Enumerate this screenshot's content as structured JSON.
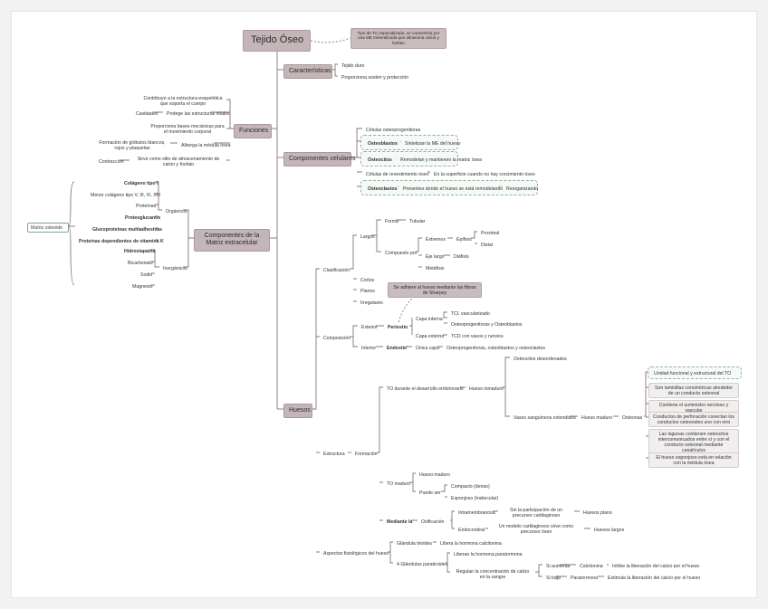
{
  "root": {
    "title": "Tejido Óseo",
    "note": "Tipo de TC especializado, se caracteriza por una ME mineralizada que almacena calcio y fosfato"
  },
  "caracteristicas": {
    "label": "Características",
    "items": [
      "Tejido duro",
      "Proporciona sostén y protección"
    ]
  },
  "funciones": {
    "label": "Funciones",
    "items": [
      {
        "text": "Contribuye a la estructura esquelética que soporta el cuerpo"
      },
      {
        "text": "Protege las estructuras vitales",
        "left": "Cavidades"
      },
      {
        "text": "Proporciona bases mecánicas para el movimiento corporal"
      },
      {
        "text": "Alberga la médula ósea",
        "left": "Formación de glóbulos blancos, rojos y plaquetas"
      },
      {
        "text": "Sirve como sitio de almacenamiento de calcio y fosfato",
        "left": "Contracción"
      }
    ]
  },
  "componentes_celulares": {
    "label": "Componentes celulares",
    "items": [
      {
        "name": "Células osteoprogenitoras"
      },
      {
        "name": "Osteoblastos",
        "desc": "Sintetizan la ME del hueso"
      },
      {
        "name": "Osteocitos",
        "desc": "Remodelan y mantienen la matriz ósea"
      },
      {
        "name": "Células de revestimiento óseo",
        "desc": "En la superficie cuando no hay crecimiento óseo"
      },
      {
        "name": "Osteoclastos",
        "desc": "Presentes donde el hueso se está remodelando",
        "extra": "Reorganizando"
      }
    ]
  },
  "matriz": {
    "label": "Componentes de la Matriz extracelular",
    "side": "Matriz osteoide",
    "organicos": {
      "label": "Orgánicos",
      "items": [
        "Colágeno tipo I",
        "Menor colágeno tipo V, III, XI, XIII",
        "Proteínas",
        "Proteoglucanos",
        "Glucoproteínas multiadhesivas",
        "Proteínas dependientes de vitamina K"
      ]
    },
    "inorganicos": {
      "label": "Inorgánicos",
      "items": [
        "Hidroxiapatita",
        "Bicarbonato",
        "Sodio",
        "Magnesio"
      ]
    }
  },
  "huesos": {
    "label": "Huesos",
    "clasificacion": {
      "label": "Clasificación",
      "largos": "Largos",
      "forma": "Forma",
      "tubular": "Tubular",
      "compuesto": "Compuesto por",
      "extremos": "Extremos",
      "epifisis": "Epífisis",
      "proximal": "Proximal",
      "distal": "Distal",
      "eje": "Eje largo",
      "diafisis": "Diáfisis",
      "metafisis": "Metáfisis",
      "cortos": "Cortos",
      "planos": "Planos",
      "irregulares": "Irregulares"
    },
    "composicion": {
      "label": "Composición",
      "note": "Se adhiere al hueso mediante las fibras de Sharpey",
      "exterior": "Exterior",
      "periostio": "Periostio",
      "capa_interna": "Capa interna",
      "tcl": "TCL vascularizado",
      "osteo_int": "Osteoprogenitoras y Osteoblastos",
      "capa_externa": "Capa externa",
      "tcd": "TCD con vasos y nervios",
      "interior": "Interior",
      "endostio": "Endostio",
      "unica": "Única capa",
      "osteo_unica": "Osteoprogenitoras, osteoblastos y osteoclastos"
    },
    "estructura": {
      "label": "Estructura",
      "formacion": "Formación",
      "td": "TO durante el desarrollo embrionario",
      "inmaduro": "Hueso inmaduro",
      "desordenados": "Osteocitos desordenados",
      "vasos": "Vasos sanguíneos extendidos",
      "maduro": "Hueso maduro",
      "osteonas": "Osteonas",
      "osteonas_items": [
        "Unidad funcional y estructural del TO",
        "Son laminillas concéntricas alrededor de un conducto osteonal",
        "Contiene el suministro nervioso y vascular",
        "Conductos de perforación conectan los conductos osteonales uno con otro",
        "Las lagunas contienen osteocitos intercomunicados entre sí y con el conducto osteonal mediante canalículos",
        "El hueso esponjoso está en relación con la médula ósea"
      ],
      "to_maduro": "TO maduro",
      "hueso_maduro": "Hueso maduro",
      "puede_ser": "Puede ser",
      "compacto": "Compacto (denso)",
      "esponjoso": "Esponjoso (trabecular)",
      "mediante": "Mediante la",
      "osificacion": "Osificación",
      "intramembranosa": "Intramembranosa",
      "sin_part": "Sin la participación de un precursor cartilaginoso",
      "planos": "Huesos plano",
      "endocondral": "Endocondral",
      "modelo": "Un modelo cartilaginoso sirve como precursor óseo",
      "largos": "Huesos largos"
    },
    "aspectos": {
      "label": "Aspectos fisiológicos del hueso",
      "tiroides": "Glándula tiroides",
      "calcitonina": "Libera la hormona calcitonina",
      "paratiroides": "4 Glándulas paratiroides",
      "paratormona": "Liberan la hormona paratormona",
      "regulan": "Regulan la concentración de calcio en la sangre",
      "aumenta": "Si aumenta",
      "calcitonina2": "Calcitonina",
      "inhibe": "Inhibe la liberación del calcio por el hueso",
      "baja": "Si baja",
      "paratormona2": "Paratormona",
      "estimula": "Estimula la liberación del calcio por el hueso"
    }
  }
}
